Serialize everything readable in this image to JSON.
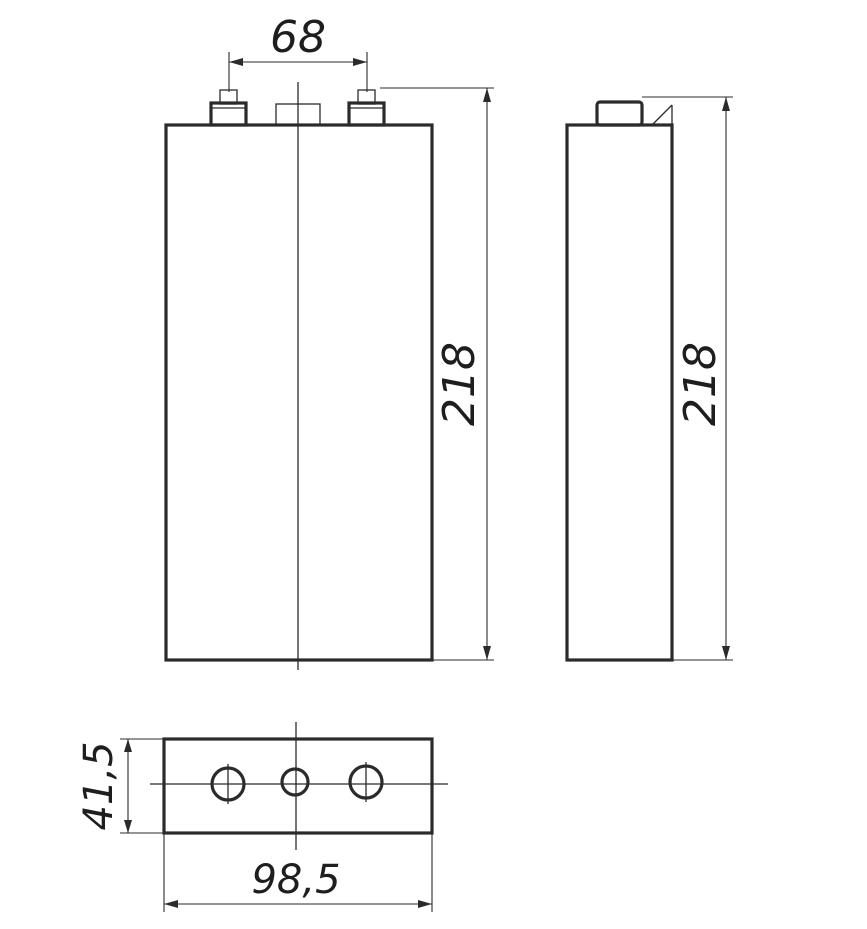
{
  "drawing": {
    "front_view": {
      "terminal_spacing_label": "68",
      "height_label": "218"
    },
    "side_view": {
      "height_label": "218"
    },
    "top_view": {
      "depth_label": "41,5",
      "width_label": "98,5"
    }
  },
  "colors": {
    "line": "#2b2b2b",
    "background": "#ffffff"
  }
}
